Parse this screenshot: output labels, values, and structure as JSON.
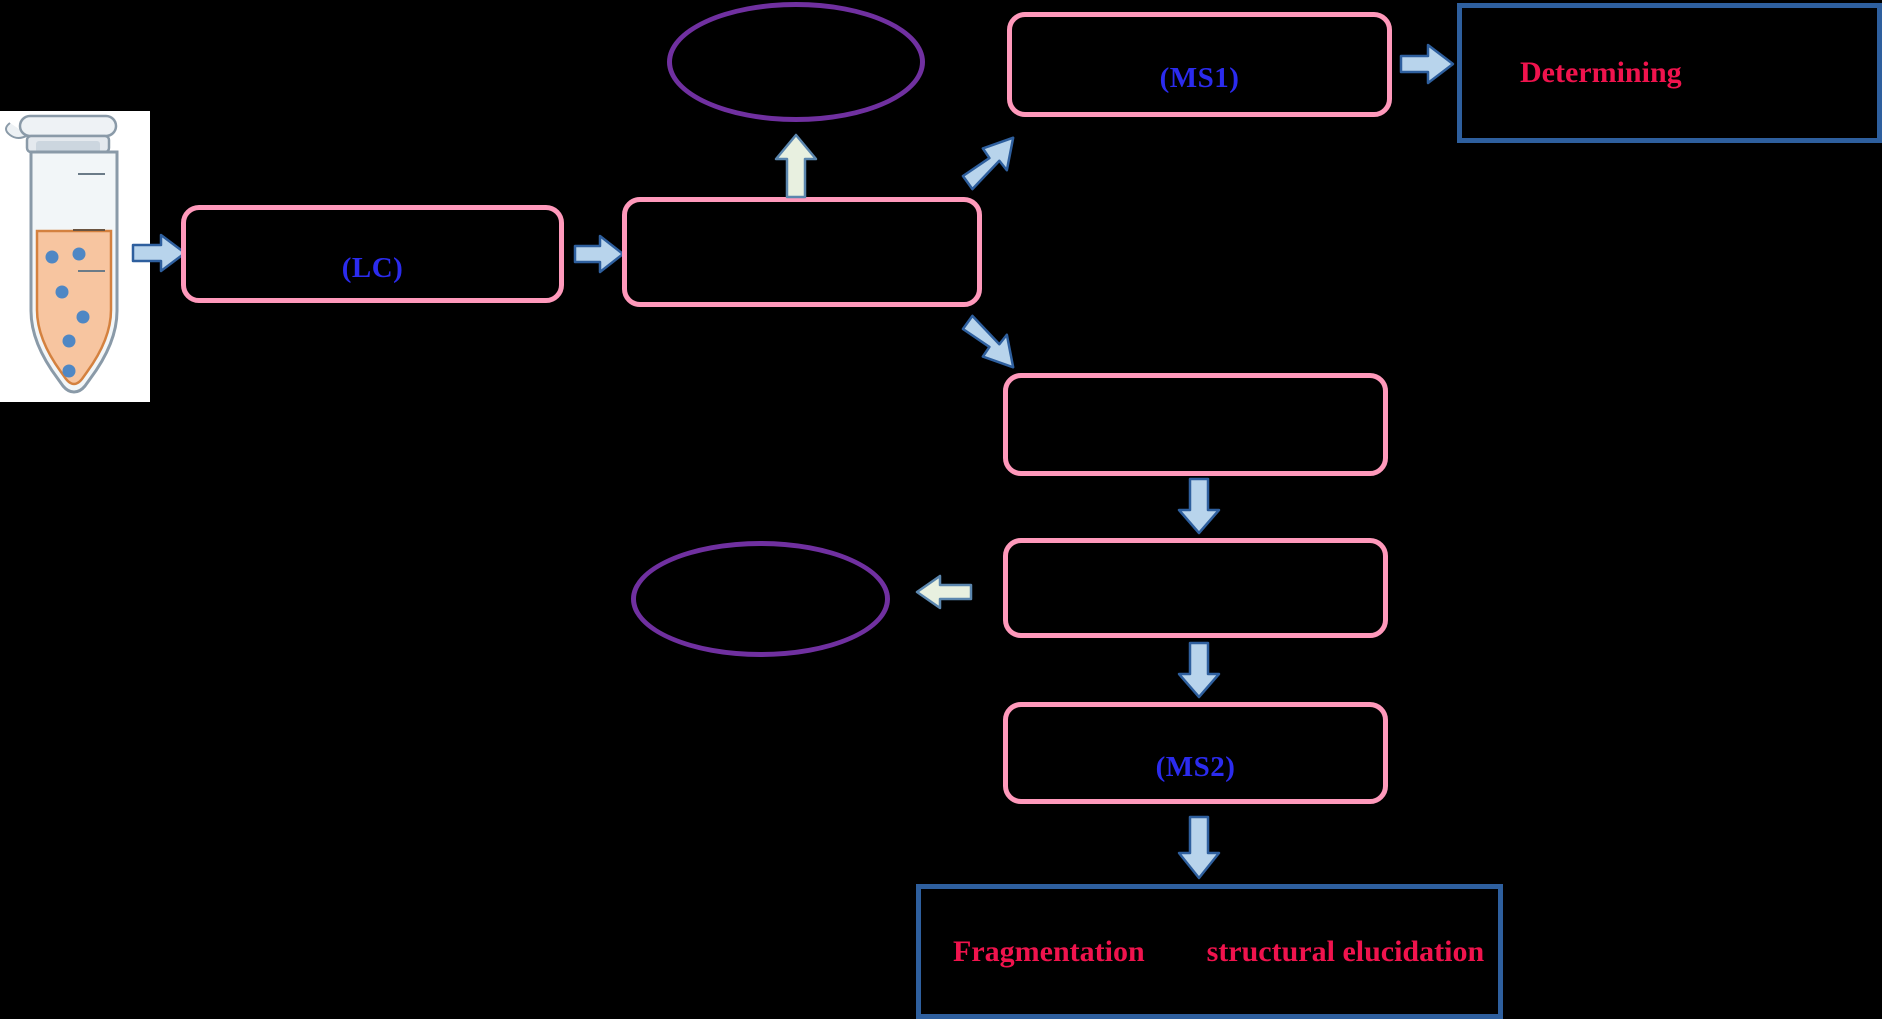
{
  "diagram": {
    "title": "LC-MS workflow flowchart",
    "background_color": "#000000",
    "colors": {
      "process_box_border": "#ff99bb",
      "process_label_text": "#2b2bee",
      "outcome_box_border": "#2e5f9e",
      "outcome_text": "#f0134d",
      "ellipse_border": "#7030a0",
      "arrow_blue_fill": "#b8d4ec",
      "arrow_blue_stroke": "#2e5f9e",
      "arrow_pale_fill": "#e8f0e0",
      "arrow_pale_stroke": "#5b86ae"
    }
  },
  "sample": {
    "name": "microcentrifuge-tube",
    "liquid_color": "#f7c5a0",
    "particle_color": "#4f87c4",
    "particle_count": 6
  },
  "nodes": {
    "lc_box": {
      "label": "(LC)"
    },
    "separation_box": {
      "label": ""
    },
    "top_ellipse": {
      "label": ""
    },
    "ms1_box": {
      "label": "(MS1)"
    },
    "determining_box": {
      "label": "Determining"
    },
    "selection_box": {
      "label": ""
    },
    "collision_box": {
      "label": ""
    },
    "lower_ellipse": {
      "label": ""
    },
    "ms2_box": {
      "label": "(MS2)"
    },
    "result_box": {
      "label_left": "Fragmentation",
      "label_right": "structural elucidation"
    }
  },
  "arrows": [
    {
      "name": "arrow-sample-to-lc",
      "direction": "right",
      "style": "blue"
    },
    {
      "name": "arrow-lc-to-separation",
      "direction": "right",
      "style": "blue"
    },
    {
      "name": "arrow-separation-to-top-ellipse",
      "direction": "up",
      "style": "pale"
    },
    {
      "name": "arrow-separation-to-ms1",
      "direction": "up-right",
      "style": "blue"
    },
    {
      "name": "arrow-ms1-to-determining",
      "direction": "right",
      "style": "blue"
    },
    {
      "name": "arrow-separation-to-selection",
      "direction": "down-right",
      "style": "blue"
    },
    {
      "name": "arrow-selection-to-collision",
      "direction": "down",
      "style": "blue"
    },
    {
      "name": "arrow-collision-to-lower-ellipse",
      "direction": "left",
      "style": "pale"
    },
    {
      "name": "arrow-collision-to-ms2",
      "direction": "down",
      "style": "blue"
    },
    {
      "name": "arrow-ms2-to-result",
      "direction": "down",
      "style": "blue"
    }
  ]
}
